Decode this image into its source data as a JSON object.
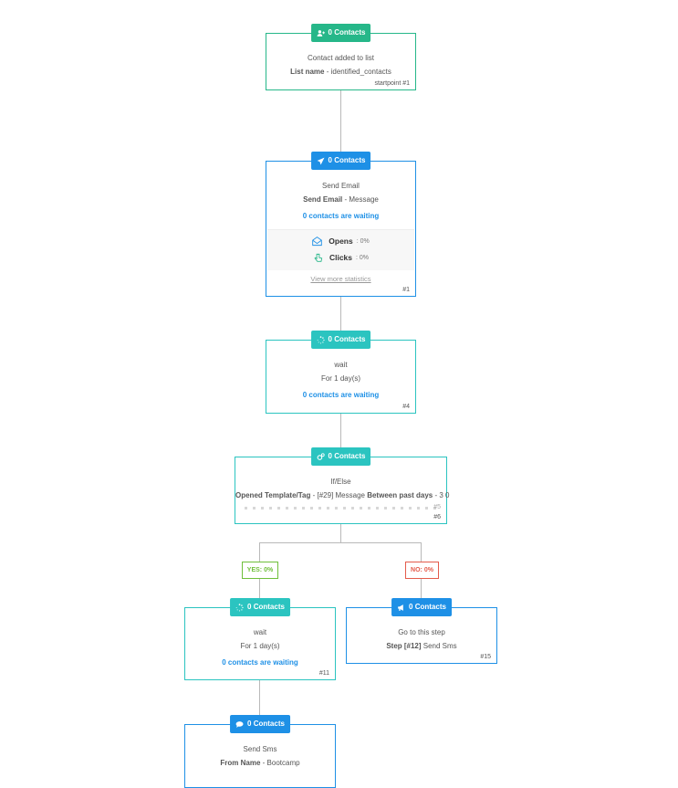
{
  "nodes": {
    "start": {
      "badge": "0 Contacts",
      "title": "Contact added to list",
      "detail_label": "List name",
      "detail_value": " - identified_contacts",
      "step_id": "startpoint #1"
    },
    "email": {
      "badge": "0 Contacts",
      "title": "Send Email",
      "detail_label": "Send Email",
      "detail_value": " - Message",
      "waiting": "0 contacts are waiting",
      "opens_label": "Opens",
      "opens_value": ": 0%",
      "clicks_label": "Clicks",
      "clicks_value": ": 0%",
      "view_more": "View more statistics",
      "step_id": "#1"
    },
    "wait1": {
      "badge": "0 Contacts",
      "title": "wait",
      "detail": "For 1 day(s)",
      "waiting": "0 contacts are waiting",
      "step_id": "#4"
    },
    "ifelse": {
      "badge": "0 Contacts",
      "title": "If/Else",
      "cond_label1": "Opened Template/Tag",
      "cond_value1": " - [#29] Message ",
      "cond_label2": "Between past days",
      "cond_value2": " - 3 0",
      "overflow_id": "#5",
      "step_id": "#6"
    },
    "yes_tag": "YES: 0%",
    "no_tag": "NO: 0%",
    "wait2": {
      "badge": "0 Contacts",
      "title": "wait",
      "detail": "For 1 day(s)",
      "waiting": "0 contacts are waiting",
      "step_id": "#11"
    },
    "goto": {
      "badge": "0 Contacts",
      "title": "Go to this step",
      "detail_label": "Step [#12]",
      "detail_value": " Send Sms",
      "step_id": "#15"
    },
    "sms": {
      "badge": "0 Contacts",
      "title": "Send Sms",
      "detail_label": "From Name",
      "detail_value": " - Bootcamp"
    }
  },
  "colors": {
    "green": "#26b789",
    "blue": "#1e90e6",
    "teal": "#2bc4c0",
    "yes": "#6fbf3a",
    "no": "#e45b4b"
  }
}
